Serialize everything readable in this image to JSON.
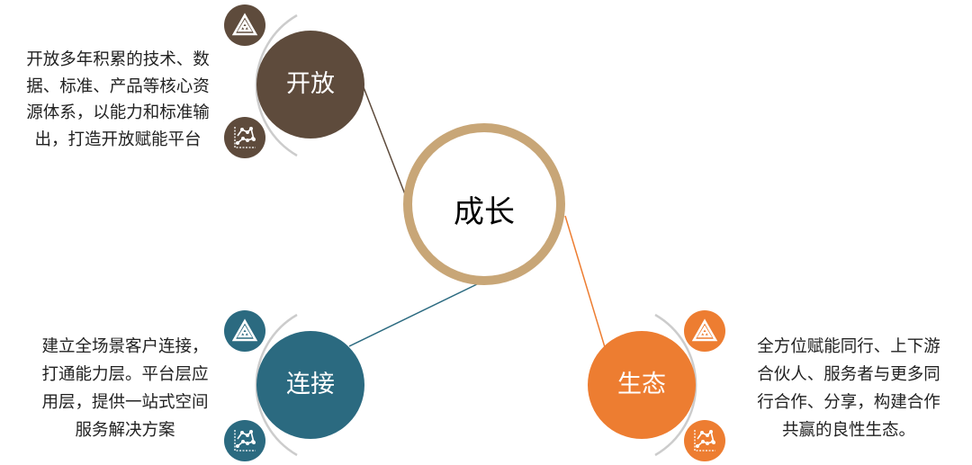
{
  "center": {
    "label": "成长",
    "color": "#C8A677"
  },
  "nodes": [
    {
      "id": "open",
      "label": "开放",
      "color": "#5E4B3C",
      "description": [
        "开放多年积累的技术、数",
        "据、标准、产品等核心资",
        "源体系，以能力和标准输",
        "出，打造开放赋能平台"
      ],
      "icons": [
        "triangle-icon",
        "line-chart-icon"
      ]
    },
    {
      "id": "connect",
      "label": "连接",
      "color": "#2B6A80",
      "description": [
        "建立全场景客户连接，",
        "打通能力层。平台层应",
        "用层，提供一站式空间",
        "服务解决方案"
      ],
      "icons": [
        "triangle-icon",
        "line-chart-icon"
      ]
    },
    {
      "id": "ecology",
      "label": "生态",
      "color": "#ED7D31",
      "description": [
        "全方位赋能同行、上下游",
        "合伙人、服务者与更多同",
        "行合作、分享，构建合作",
        "共赢的良性生态。"
      ],
      "icons": [
        "triangle-icon",
        "line-chart-icon"
      ]
    }
  ],
  "arc_color": "#CCCCCC"
}
